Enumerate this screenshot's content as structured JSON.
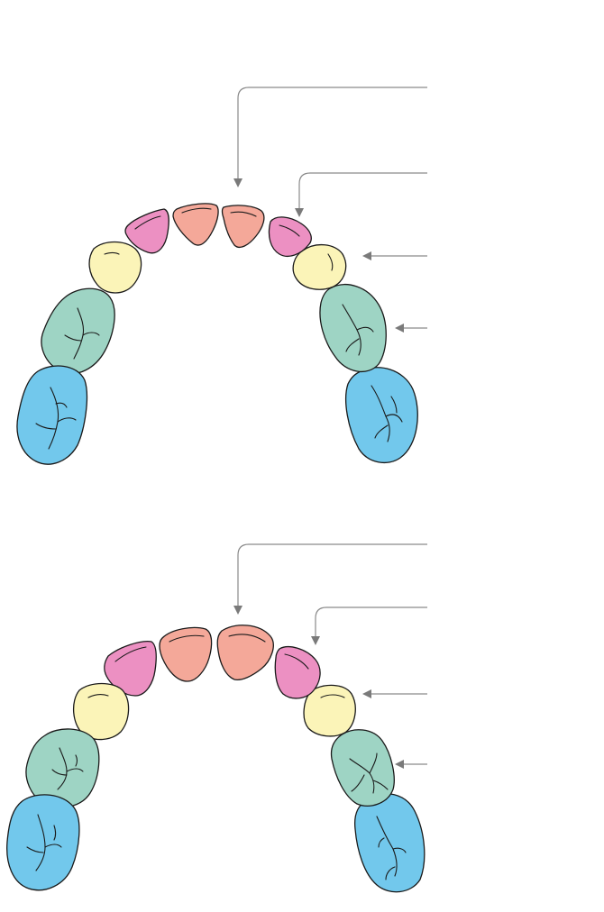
{
  "colors": {
    "central_incisor": "#f4a899",
    "lateral_incisor": "#ec90c2",
    "canine": "#fbf4b8",
    "first_molar": "#9ed4c4",
    "second_molar": "#72c8ec",
    "outline": "#1a1a1a",
    "leader_line": "#8a8a8a",
    "background": "#ffffff"
  },
  "arches": [
    {
      "name": "upper-arch",
      "teeth": [
        "second-molar-right",
        "first-molar-right",
        "canine-right",
        "lateral-incisor-right",
        "central-incisor-right",
        "central-incisor-left",
        "lateral-incisor-left",
        "canine-left",
        "first-molar-left",
        "second-molar-left"
      ],
      "leaders": [
        {
          "points_to": "central-incisor",
          "text": ""
        },
        {
          "points_to": "lateral-incisor",
          "text": ""
        },
        {
          "points_to": "canine",
          "text": ""
        },
        {
          "points_to": "first-molar",
          "text": ""
        }
      ]
    },
    {
      "name": "lower-arch",
      "teeth": [
        "second-molar-right",
        "first-molar-right",
        "canine-right",
        "lateral-incisor-right",
        "central-incisor-right",
        "central-incisor-left",
        "lateral-incisor-left",
        "canine-left",
        "first-molar-left",
        "second-molar-left"
      ],
      "leaders": [
        {
          "points_to": "central-incisor",
          "text": ""
        },
        {
          "points_to": "lateral-incisor",
          "text": ""
        },
        {
          "points_to": "canine",
          "text": ""
        },
        {
          "points_to": "first-molar",
          "text": ""
        }
      ]
    }
  ]
}
